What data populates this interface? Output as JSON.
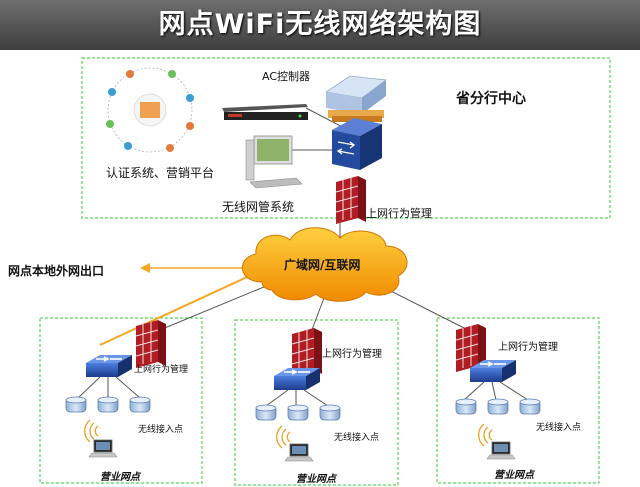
{
  "title": "网点WiFi无线网络架构图",
  "center": {
    "name": "省分行中心",
    "ac_controller": "AC控制器",
    "auth_platform": "认证系统、营销平台",
    "wireless_mgmt": "无线网管系统",
    "behavior_mgmt": "上网行为管理"
  },
  "cloud_label": "广域网/互联网",
  "local_exit": "网点本地外网出口",
  "branches": [
    {
      "name": "营业网点",
      "behavior_mgmt": "上网行为管理",
      "access_point": "无线接入点"
    },
    {
      "name": "营业网点",
      "behavior_mgmt": "上网行为管理",
      "access_point": "无线接入点"
    },
    {
      "name": "营业网点",
      "behavior_mgmt": "上网行为管理",
      "access_point": "无线接入点"
    }
  ],
  "colors": {
    "dashed_border": "#33cc33",
    "cloud": "#ffb400",
    "firewall": "#c0282d",
    "switch": "#2f55b3",
    "exit_arrow": "#f5a623"
  }
}
